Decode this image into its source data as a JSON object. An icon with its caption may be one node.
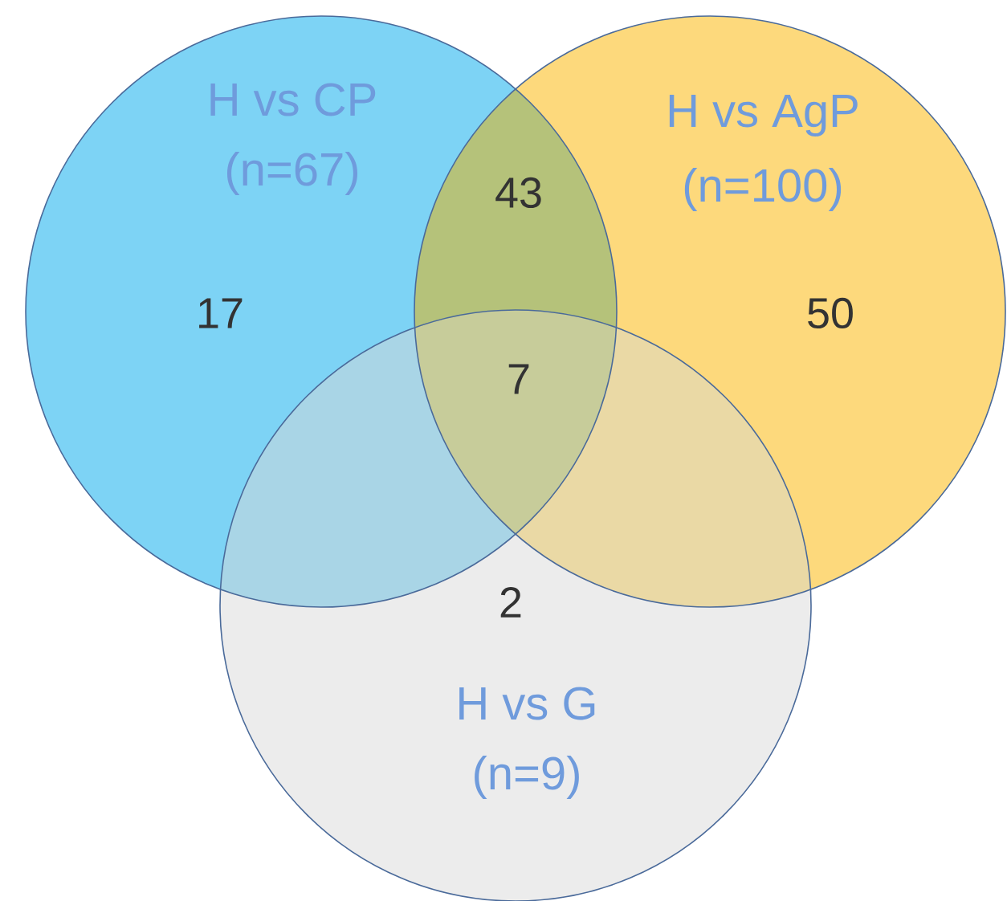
{
  "diagram": {
    "nodes": [
      {
        "text": [
          "H vs CP",
          "(n=67)"
        ]
      },
      {
        "text": [
          "H vs AgP",
          "(n=100)"
        ]
      },
      {
        "text": [
          "H vs G",
          "(n=9)"
        ]
      }
    ],
    "labels": [
      "43",
      "17",
      "50",
      "7",
      "2"
    ]
  }
}
